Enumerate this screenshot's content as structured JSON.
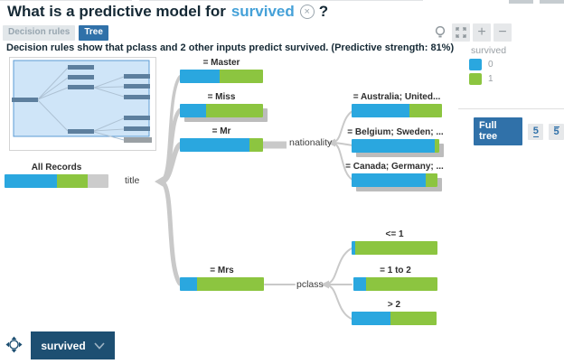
{
  "header": {
    "title_prefix": "What is a predictive model for",
    "title_target": "survived",
    "close_glyph": "×",
    "title_suffix": "?",
    "tabs": [
      {
        "label": "Decision rules",
        "active": false
      },
      {
        "label": "Tree",
        "active": true
      }
    ],
    "subtitle": "Decision rules show that pclass and 2 other inputs predict survived. (Predictive strength: 81%)"
  },
  "toolbar": {
    "zoom_in_glyph": "+",
    "zoom_out_glyph": "−"
  },
  "legend": {
    "title": "survived",
    "items": [
      {
        "label": "0",
        "color": "#2aa7df"
      },
      {
        "label": "1",
        "color": "#8cc540"
      }
    ]
  },
  "tree_controls": {
    "full_tree": "Full tree",
    "expand_depth": "5",
    "collapse_depth": "5"
  },
  "tree": {
    "branch_labels": {
      "root": "title",
      "mr": "nationality",
      "mrs": "pclass"
    },
    "nodes": {
      "all_records": {
        "label": "All Records",
        "segments": {
          "blue": 50,
          "green": 30,
          "gray": 20
        }
      },
      "master": {
        "label": "= Master",
        "segments": {
          "blue": 48,
          "green": 52,
          "gray": 0
        }
      },
      "miss": {
        "label": "= Miss",
        "segments": {
          "blue": 31,
          "green": 69,
          "gray": 0
        },
        "collapsed_children": true
      },
      "mr": {
        "label": "= Mr",
        "segments": {
          "blue": 84,
          "green": 16,
          "gray": 0
        }
      },
      "mrs": {
        "label": "= Mrs",
        "segments": {
          "blue": 20,
          "green": 80,
          "gray": 0
        }
      },
      "australia": {
        "label": "= Australia; United...",
        "segments": {
          "blue": 64,
          "green": 36,
          "gray": 0
        }
      },
      "belgium": {
        "label": "= Belgium; Sweden; ...",
        "segments": {
          "blue": 95,
          "green": 5,
          "gray": 0
        },
        "collapsed_children": true
      },
      "canada": {
        "label": "= Canada; Germany; ...",
        "segments": {
          "blue": 86,
          "green": 14,
          "gray": 0
        },
        "collapsed_children": true
      },
      "pclass_le_1": {
        "label": "<= 1",
        "segments": {
          "blue": 4,
          "green": 96,
          "gray": 0
        }
      },
      "pclass_1_2": {
        "label": "= 1 to 2",
        "segments": {
          "blue": 15,
          "green": 85,
          "gray": 0
        }
      },
      "pclass_gt_2": {
        "label": "> 2",
        "segments": {
          "blue": 46,
          "green": 54,
          "gray": 0
        }
      }
    }
  },
  "footer": {
    "target_button": "survived"
  },
  "colors": {
    "bar_blue": "#2aa7df",
    "bar_green": "#8cc540",
    "bar_gray": "#cccccc",
    "accent_blue": "#3071a9",
    "button_navy": "#1d4f72",
    "title_navy": "#152935"
  }
}
